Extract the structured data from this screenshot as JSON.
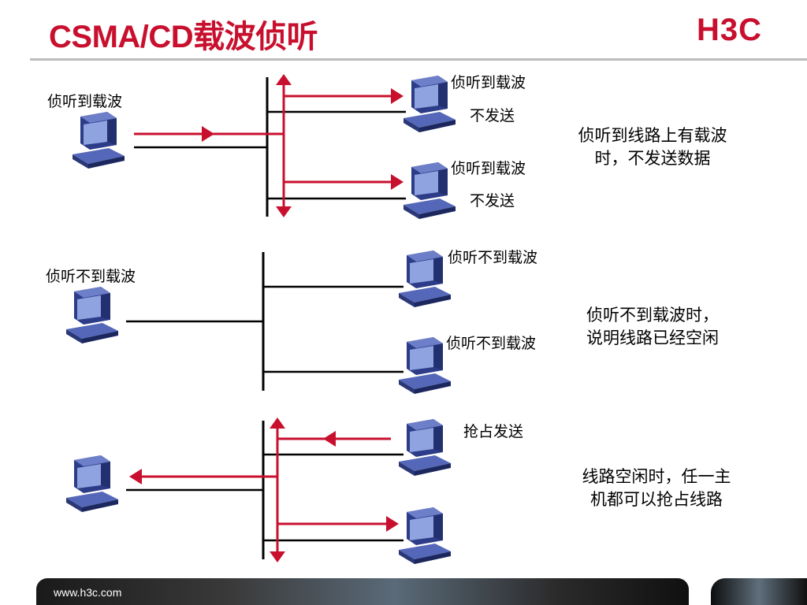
{
  "title": "CSMA/CD载波侦听",
  "logo": "H3C",
  "footer": {
    "url": "www.h3c.com"
  },
  "colors": {
    "accent": "#c8102e",
    "computer_body": "#3b4fa0",
    "line": "#000000"
  },
  "panel1": {
    "sender_label": "侦听到载波",
    "top_host_label": "侦听到载波",
    "top_host_status": "不发送",
    "bottom_host_label": "侦听到载波",
    "bottom_host_status": "不发送",
    "note_line1": "侦听到线路上有载波",
    "note_line2": "时，不发送数据"
  },
  "panel2": {
    "sender_label": "侦听不到载波",
    "top_host_label": "侦听不到载波",
    "bottom_host_label": "侦听不到载波",
    "note_line1": "侦听不到载波时，",
    "note_line2": "说明线路已经空闲"
  },
  "panel3": {
    "top_host_label": "抢占发送",
    "note_line1": "线路空闲时，任一主",
    "note_line2": "机都可以抢占线路"
  }
}
